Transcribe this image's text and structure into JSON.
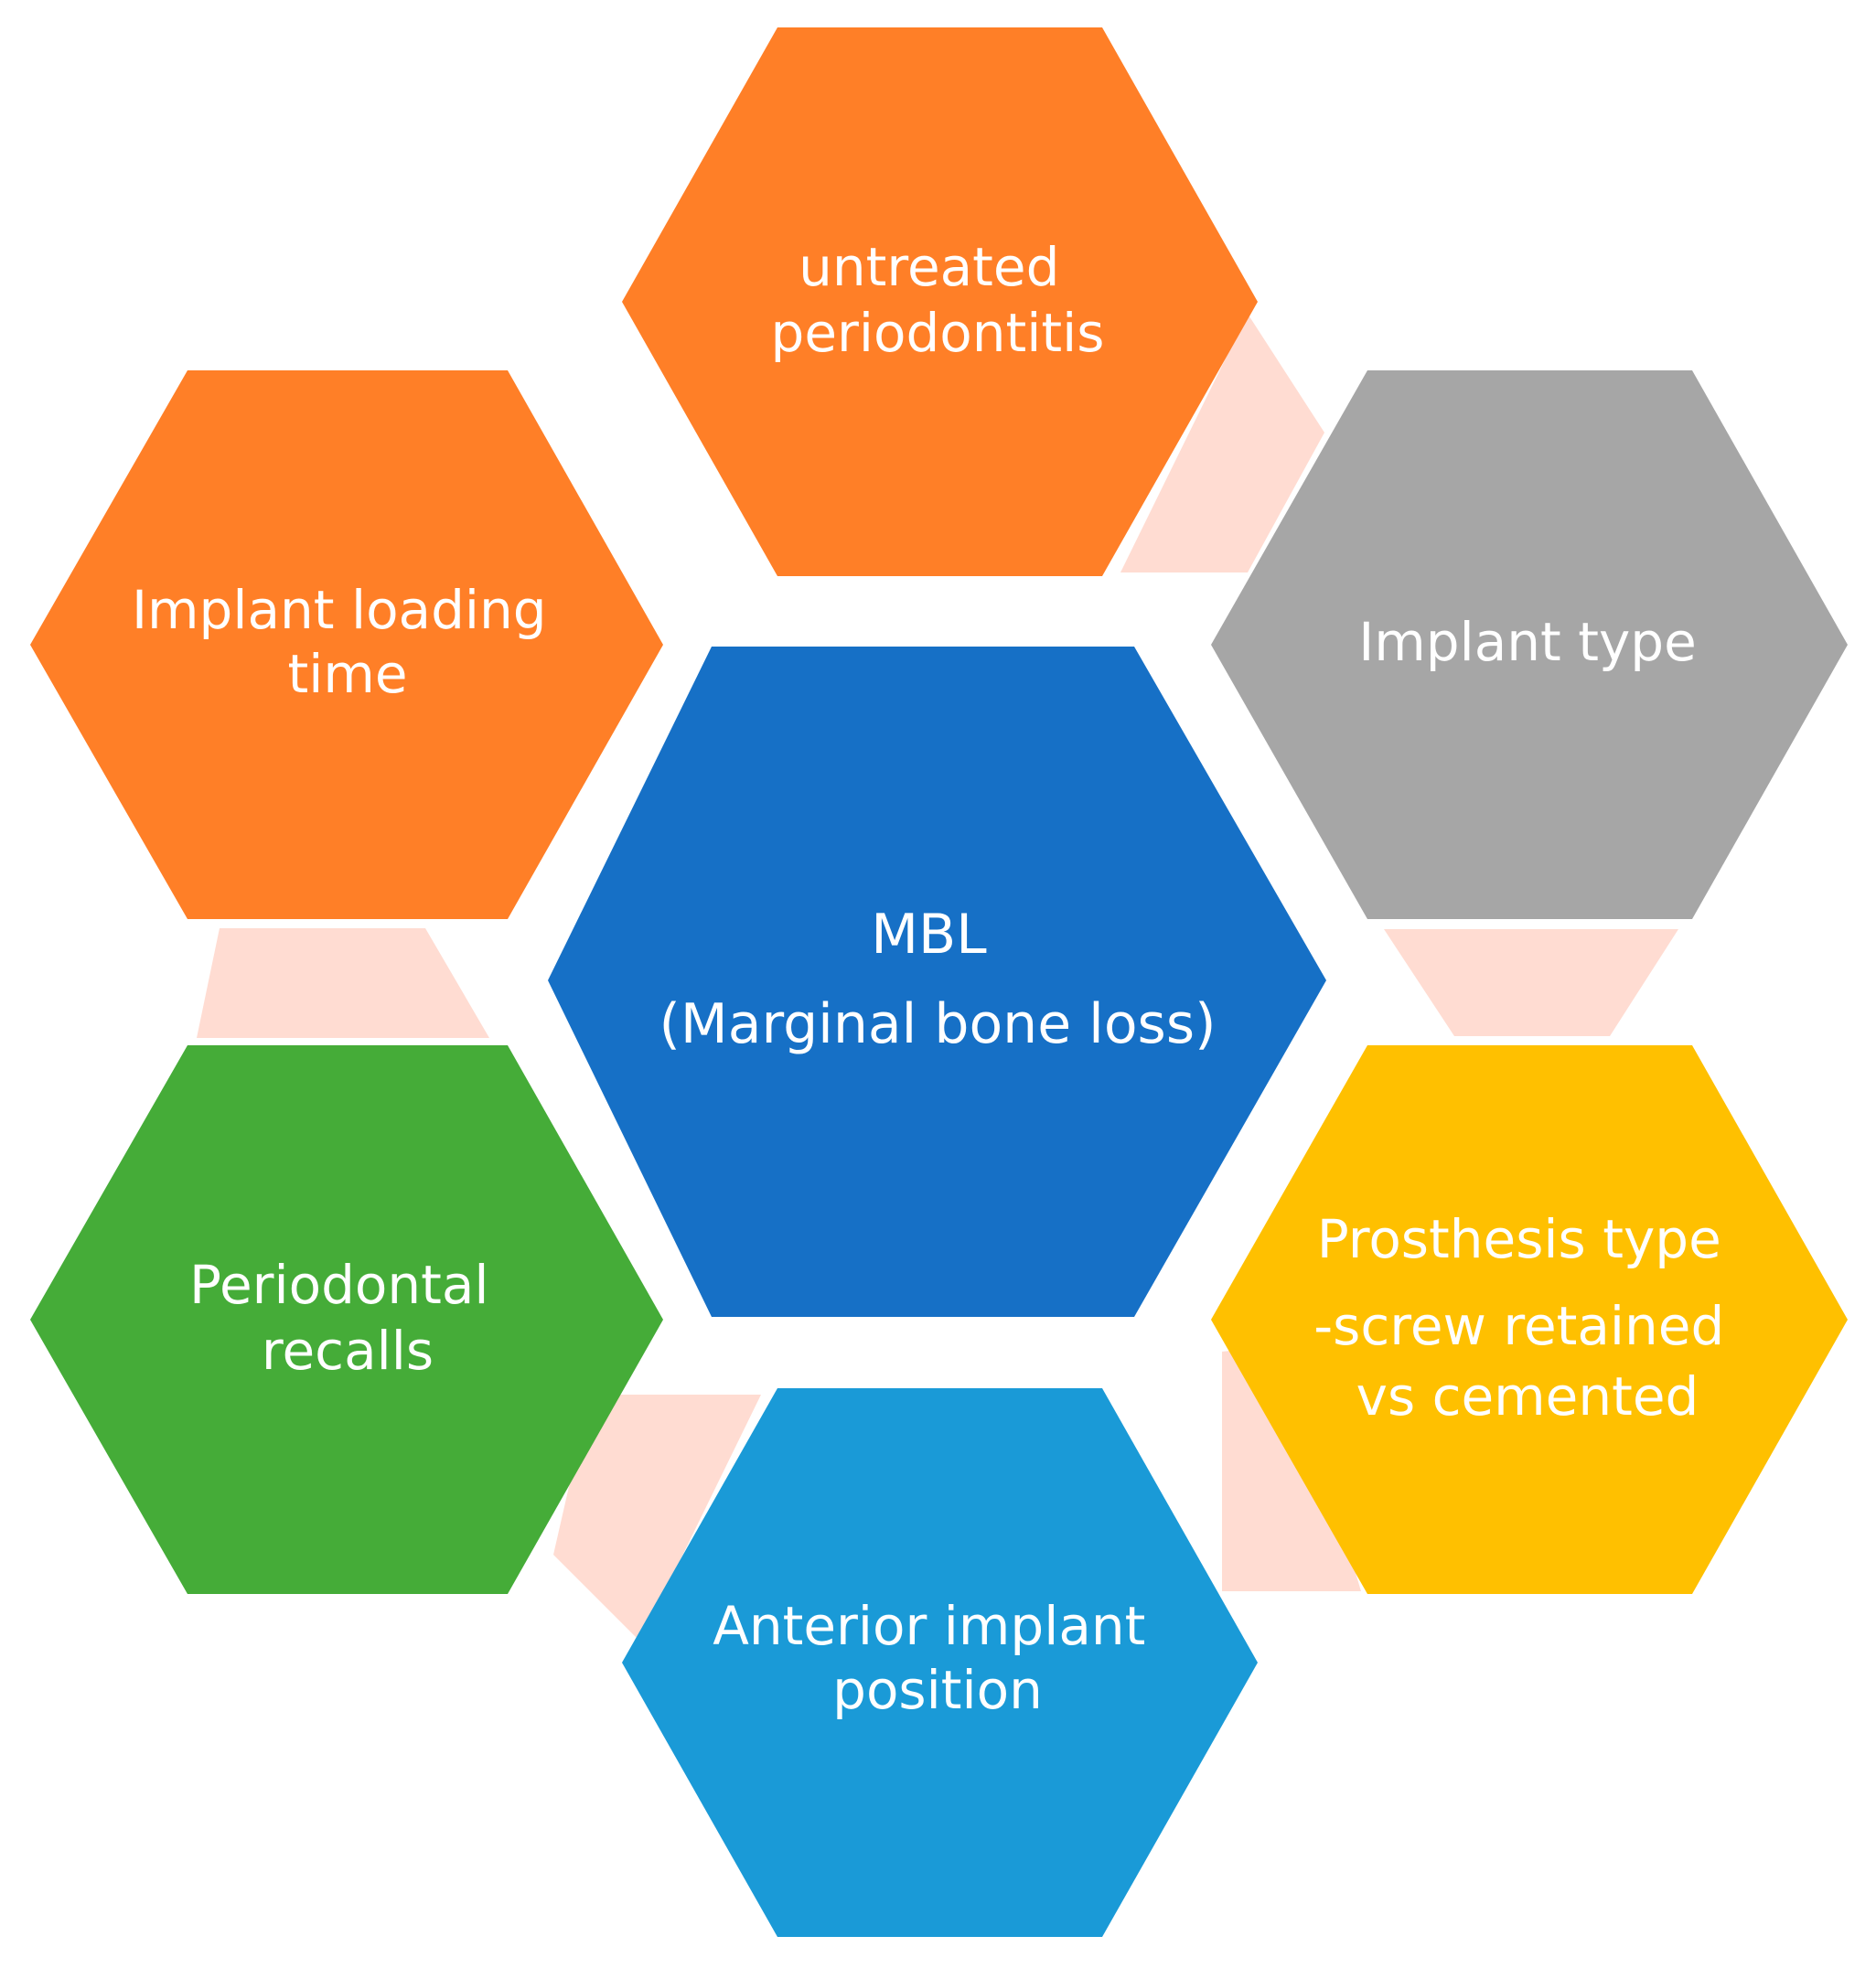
{
  "center": {
    "lines": [
      "MBL",
      "(Marginal bone loss)"
    ],
    "color": "#1670C6"
  },
  "nodes": [
    {
      "id": "untreated-periodontitis",
      "lines": [
        "untreated",
        "periodontitis"
      ],
      "color": "#FF7F27"
    },
    {
      "id": "implant-type",
      "lines": [
        "Implant type"
      ],
      "color": "#A6A6A6"
    },
    {
      "id": "prosthesis-type",
      "lines": [
        "Prosthesis type",
        "-screw retained",
        "vs cemented"
      ],
      "color": "#FFC000"
    },
    {
      "id": "anterior-implant-position",
      "lines": [
        "Anterior implant",
        "position"
      ],
      "color": "#1A9AD7"
    },
    {
      "id": "periodontal-recalls",
      "lines": [
        "Periodontal",
        "recalls"
      ],
      "color": "#45AC38"
    },
    {
      "id": "implant-loading-time",
      "lines": [
        "Implant loading",
        "time"
      ],
      "color": "#FF7F27"
    }
  ],
  "connector_color": "#FFDCD2",
  "text_color": "#FFFFFF"
}
